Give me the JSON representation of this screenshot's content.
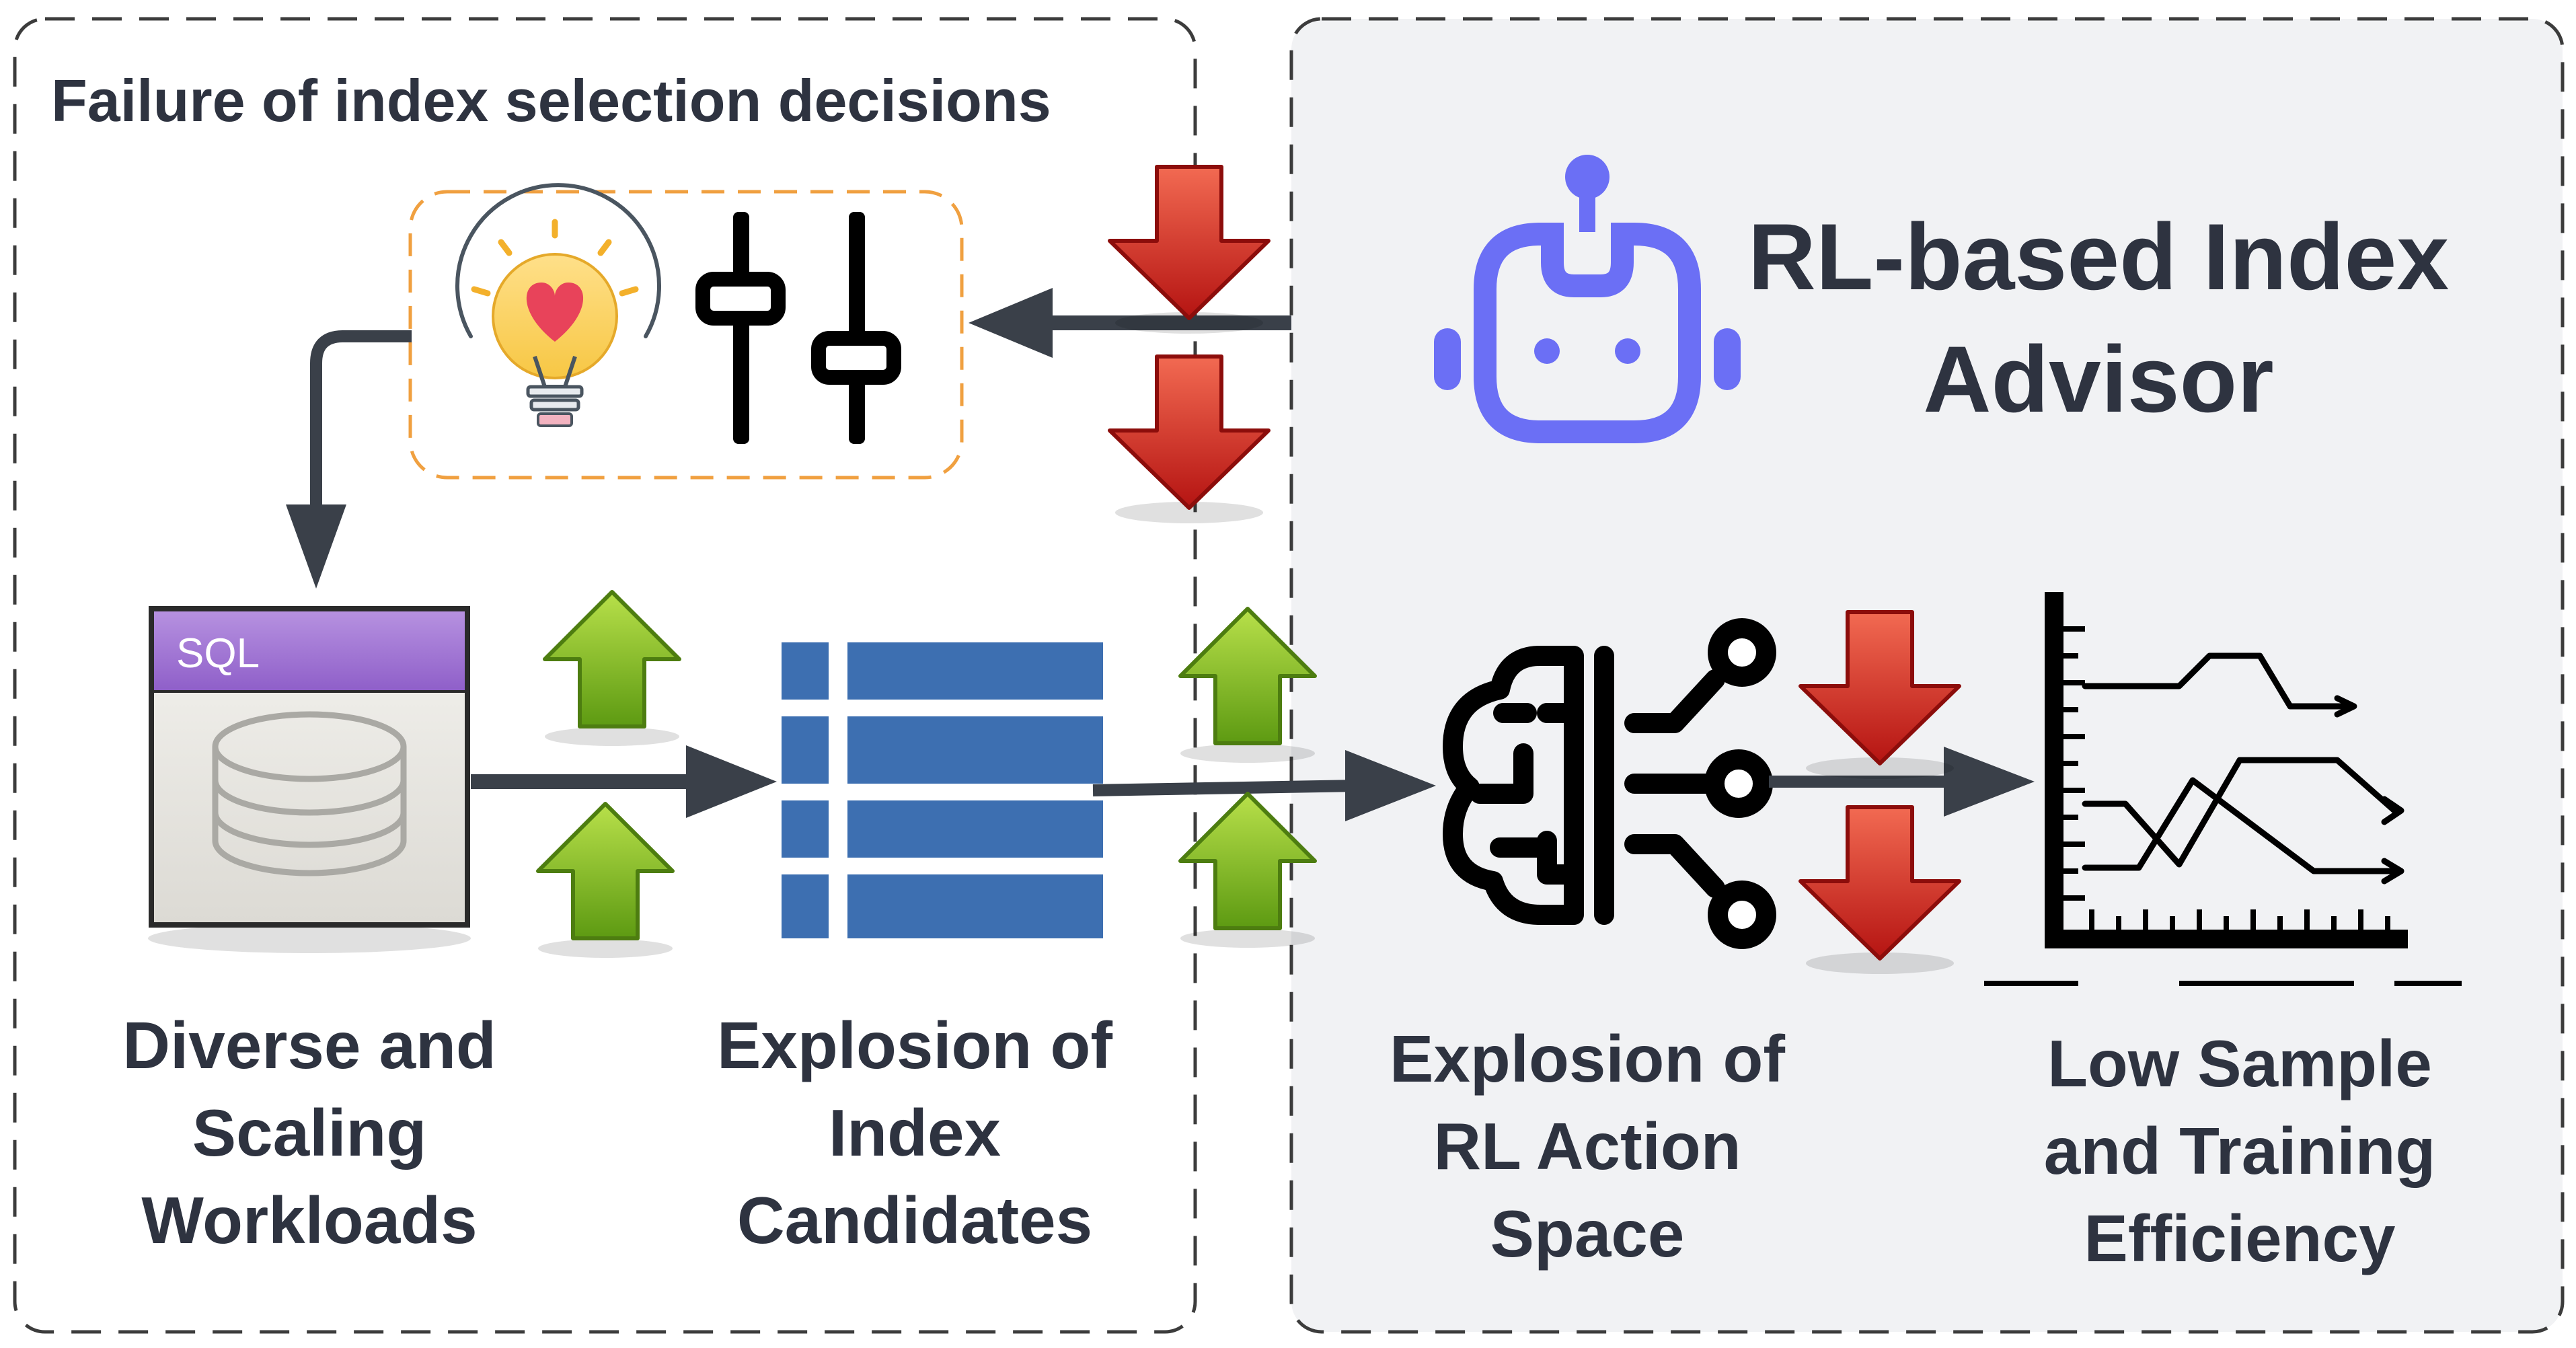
{
  "left_panel": {
    "title": "Failure of index selection decisions"
  },
  "advisor": {
    "title_line1": "RL-based Index",
    "title_line2": "Advisor",
    "icon": "robot-icon"
  },
  "sql_window": {
    "title": "SQL",
    "icon": "database-icon"
  },
  "icons": {
    "idea": "lightbulb-heart-icon",
    "sliders": "sliders-icon",
    "index_table": "index-table-icon",
    "brain": "brain-circuit-icon",
    "training_chart": "training-chart-icon",
    "up_arrow": "green-up-arrow-icon",
    "down_arrow": "red-down-arrow-icon"
  },
  "labels": {
    "workloads": [
      "Diverse and",
      "Scaling",
      "Workloads"
    ],
    "index_candidates": [
      "Explosion of",
      "Index",
      "Candidates"
    ],
    "action_space": [
      "Explosion of",
      "RL Action",
      "Space"
    ],
    "efficiency": [
      "Low Sample",
      "and Training",
      "Efficiency"
    ]
  },
  "colors": {
    "accent_robot": "#6b6ff5",
    "table_blue": "#3d6fb1",
    "arrow_dark": "#3a4049",
    "up_green": "#7dbb22",
    "down_red": "#d8201c",
    "advice_box_border": "#f0a040",
    "right_panel_bg": "#f1f2f4",
    "text_dark": "#2e3340"
  }
}
